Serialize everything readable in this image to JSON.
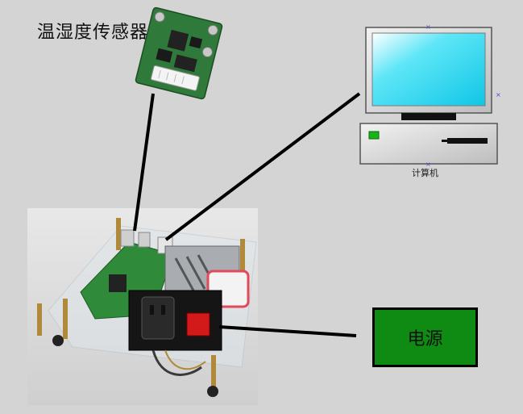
{
  "sensor": {
    "label": "温湿度传感器"
  },
  "computer": {
    "label": "计算机"
  },
  "power": {
    "label": "电源"
  },
  "colors": {
    "background": "#d4d4d4",
    "monitor_screen": "#18d4f0",
    "power_box": "#0f8a12",
    "sensor_board": "#2f7a3a",
    "connector_line": "#000000"
  },
  "icons": [
    "temperature-humidity-sensor-board",
    "desktop-computer",
    "raspberry-pi-photo"
  ]
}
